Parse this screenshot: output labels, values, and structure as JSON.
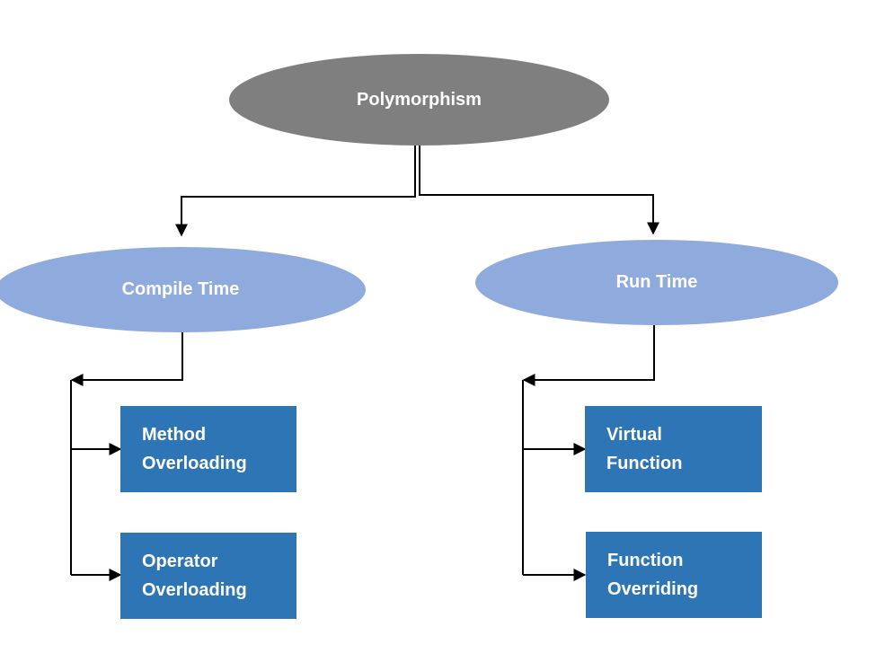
{
  "diagram": {
    "root": {
      "label": "Polymorphism"
    },
    "branches": [
      {
        "label": "Compile Time",
        "children": [
          {
            "label": "Method\nOverloading"
          },
          {
            "label": "Operator\nOverloading"
          }
        ]
      },
      {
        "label": "Run Time",
        "children": [
          {
            "label": "Virtual\nFunction"
          },
          {
            "label": "Function\nOverriding"
          }
        ]
      }
    ],
    "colors": {
      "background": "#FFFFFF",
      "root_fill": "#7F7F7F",
      "branch_fill": "#8FAADC",
      "leaf_fill": "#2E75B6",
      "connector": "#000000",
      "text": "#FFFFFF"
    }
  }
}
